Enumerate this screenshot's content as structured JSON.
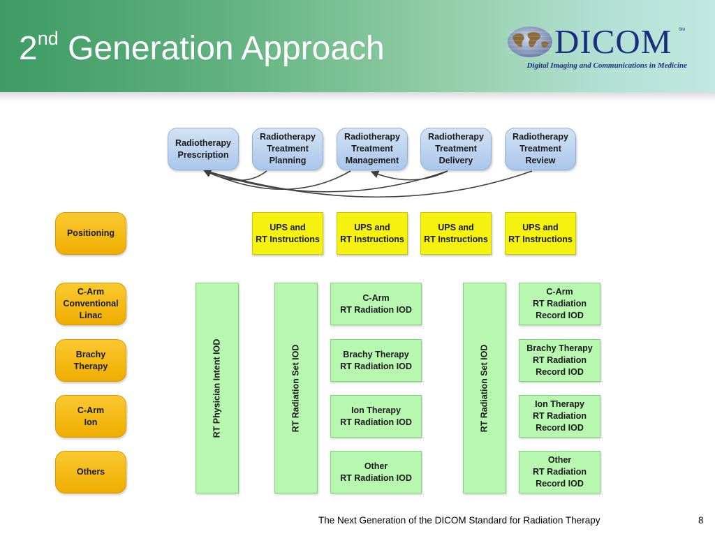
{
  "slide": {
    "title_main": "2",
    "title_sup": "nd",
    "title_rest": " Generation Approach",
    "footer": "The Next Generation of the DICOM Standard for Radiation Therapy",
    "page_number": "8"
  },
  "logo": {
    "icon": "globe-icon",
    "name": "DICOM",
    "mark": "SM",
    "tagline": "Digital Imaging and Communications in Medicine"
  },
  "colors": {
    "header_green": "#3d9b63",
    "phase_blue": "#aac6ea",
    "ups_yellow": "#f4f20e",
    "technique_orange": "#f0ad00",
    "iod_green": "#b7f7b0",
    "logo_navy": "#1b2e7e"
  },
  "phases": [
    "Radiotherapy\nPrescription",
    "Radiotherapy\nTreatment\nPlanning",
    "Radiotherapy\nTreatment\nManagement",
    "Radiotherapy\nTreatment\nDelivery",
    "Radiotherapy\nTreatment\nReview"
  ],
  "ups": [
    "UPS and\nRT Instructions",
    "UPS and\nRT Instructions",
    "UPS and\nRT Instructions",
    "UPS and\nRT Instructions"
  ],
  "positioning": "Positioning",
  "techniques": [
    "C-Arm\nConventional\nLinac",
    "Brachy\nTherapy",
    "C-Arm\nIon",
    "Others"
  ],
  "vertical_iods": [
    "RT Physician Intent IOD",
    "RT Radiation Set  IOD",
    "RT Radiation Set  IOD"
  ],
  "radiation_iods": [
    "C-Arm\nRT Radiation IOD",
    "Brachy Therapy\nRT Radiation IOD",
    "Ion Therapy\nRT Radiation IOD",
    "Other\nRT Radiation IOD"
  ],
  "record_iods": [
    "C-Arm\nRT Radiation\nRecord IOD",
    "Brachy Therapy\nRT Radiation\nRecord IOD",
    "Ion Therapy\nRT Radiation\nRecord IOD",
    "Other\nRT Radiation\nRecord IOD"
  ]
}
